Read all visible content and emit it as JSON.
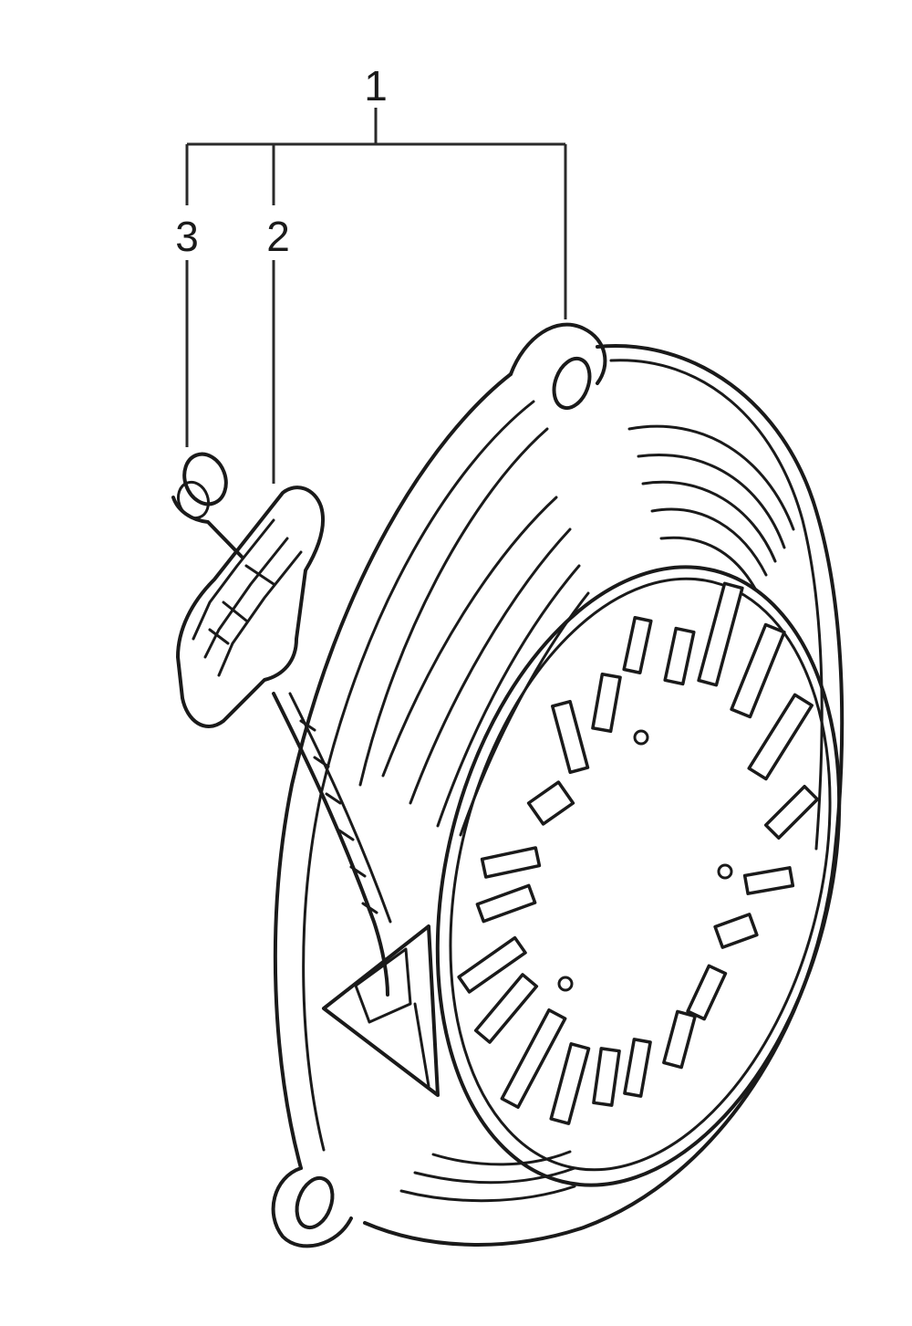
{
  "callouts": {
    "assembly": "1",
    "handle": "2",
    "clip": "3"
  },
  "colors": {
    "line": "#1a1a1a",
    "background": "#ffffff"
  }
}
